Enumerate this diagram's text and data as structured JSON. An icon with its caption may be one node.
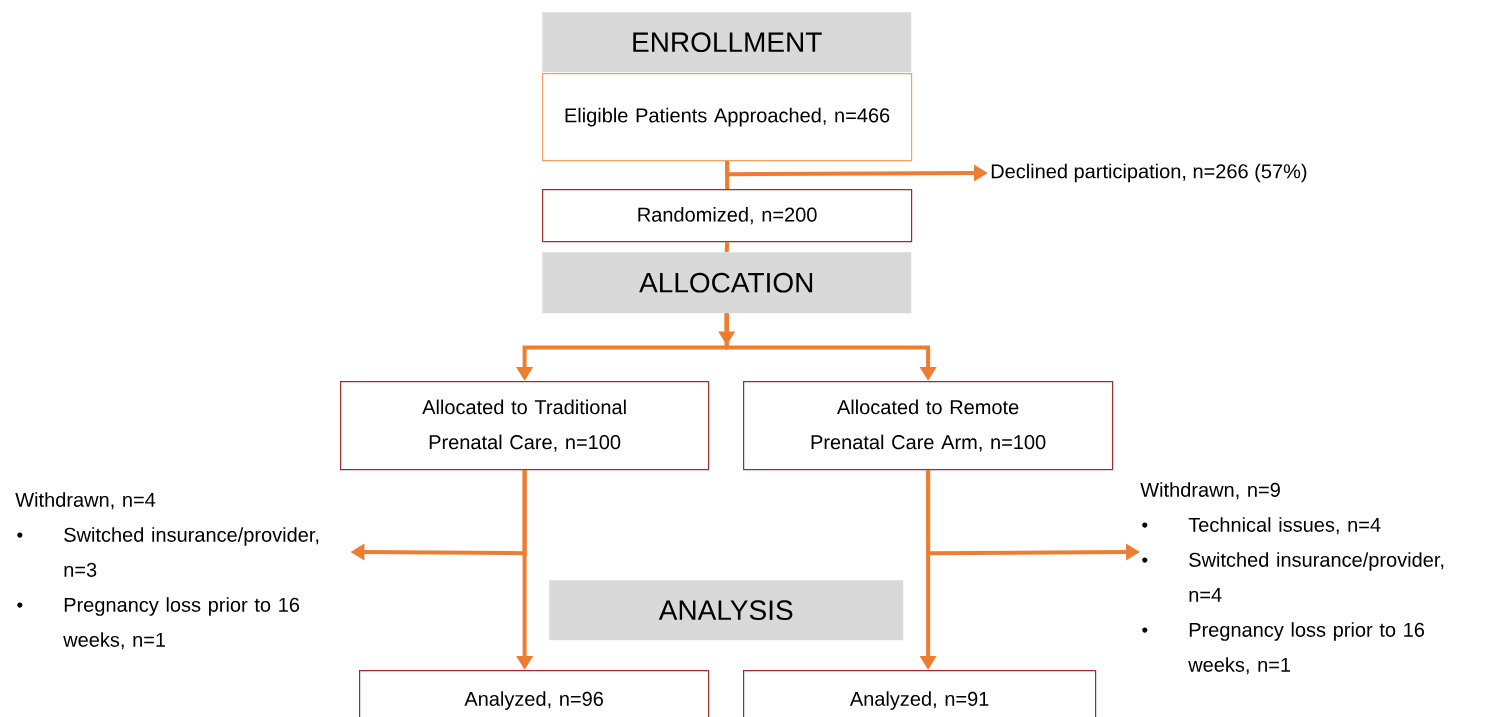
{
  "diagram": {
    "nodes": [
      {
        "text": [
          "ENROLLMENT"
        ]
      },
      {
        "text": [
          "Eligible Patients Approached, n=466"
        ]
      },
      {
        "text": [
          "Declined participation, n=266 (57%)"
        ]
      },
      {
        "text": [
          "Randomized, n=200"
        ]
      },
      {
        "text": [
          "ALLOCATION"
        ]
      },
      {
        "text": [
          "Allocated to Traditional Prenatal Care, n=100"
        ]
      },
      {
        "text": [
          "Allocated to Remote Prenatal Care Arm, n=100"
        ]
      },
      {
        "text": [
          "Withdrawn, n=4",
          "Switched insurance/provider, n=3",
          "Pregnancy loss prior to 16 weeks, n=1"
        ]
      },
      {
        "text": [
          "Withdrawn, n=9",
          "Technical issues, n=4",
          "Switched insurance/provider, n=4",
          "Pregnancy loss prior to 16 weeks, n=1"
        ]
      },
      {
        "text": [
          "ANALYSIS"
        ]
      },
      {
        "text": [
          "Analyzed, n=96"
        ]
      },
      {
        "text": [
          "Analyzed, n=91"
        ]
      }
    ],
    "edges": [
      {
        "from": 1,
        "to": 3,
        "arrow": "none"
      },
      {
        "from": 1,
        "to": 2,
        "arrow": "to"
      },
      {
        "from": 3,
        "to": 4,
        "arrow": "none"
      },
      {
        "from": 4,
        "to": 5,
        "arrow": "to"
      },
      {
        "from": 4,
        "to": 6,
        "arrow": "to"
      },
      {
        "from": 5,
        "to": 7,
        "arrow": "to"
      },
      {
        "from": 5,
        "to": 10,
        "arrow": "to"
      },
      {
        "from": 6,
        "to": 8,
        "arrow": "to"
      },
      {
        "from": 6,
        "to": 11,
        "arrow": "to"
      }
    ]
  }
}
